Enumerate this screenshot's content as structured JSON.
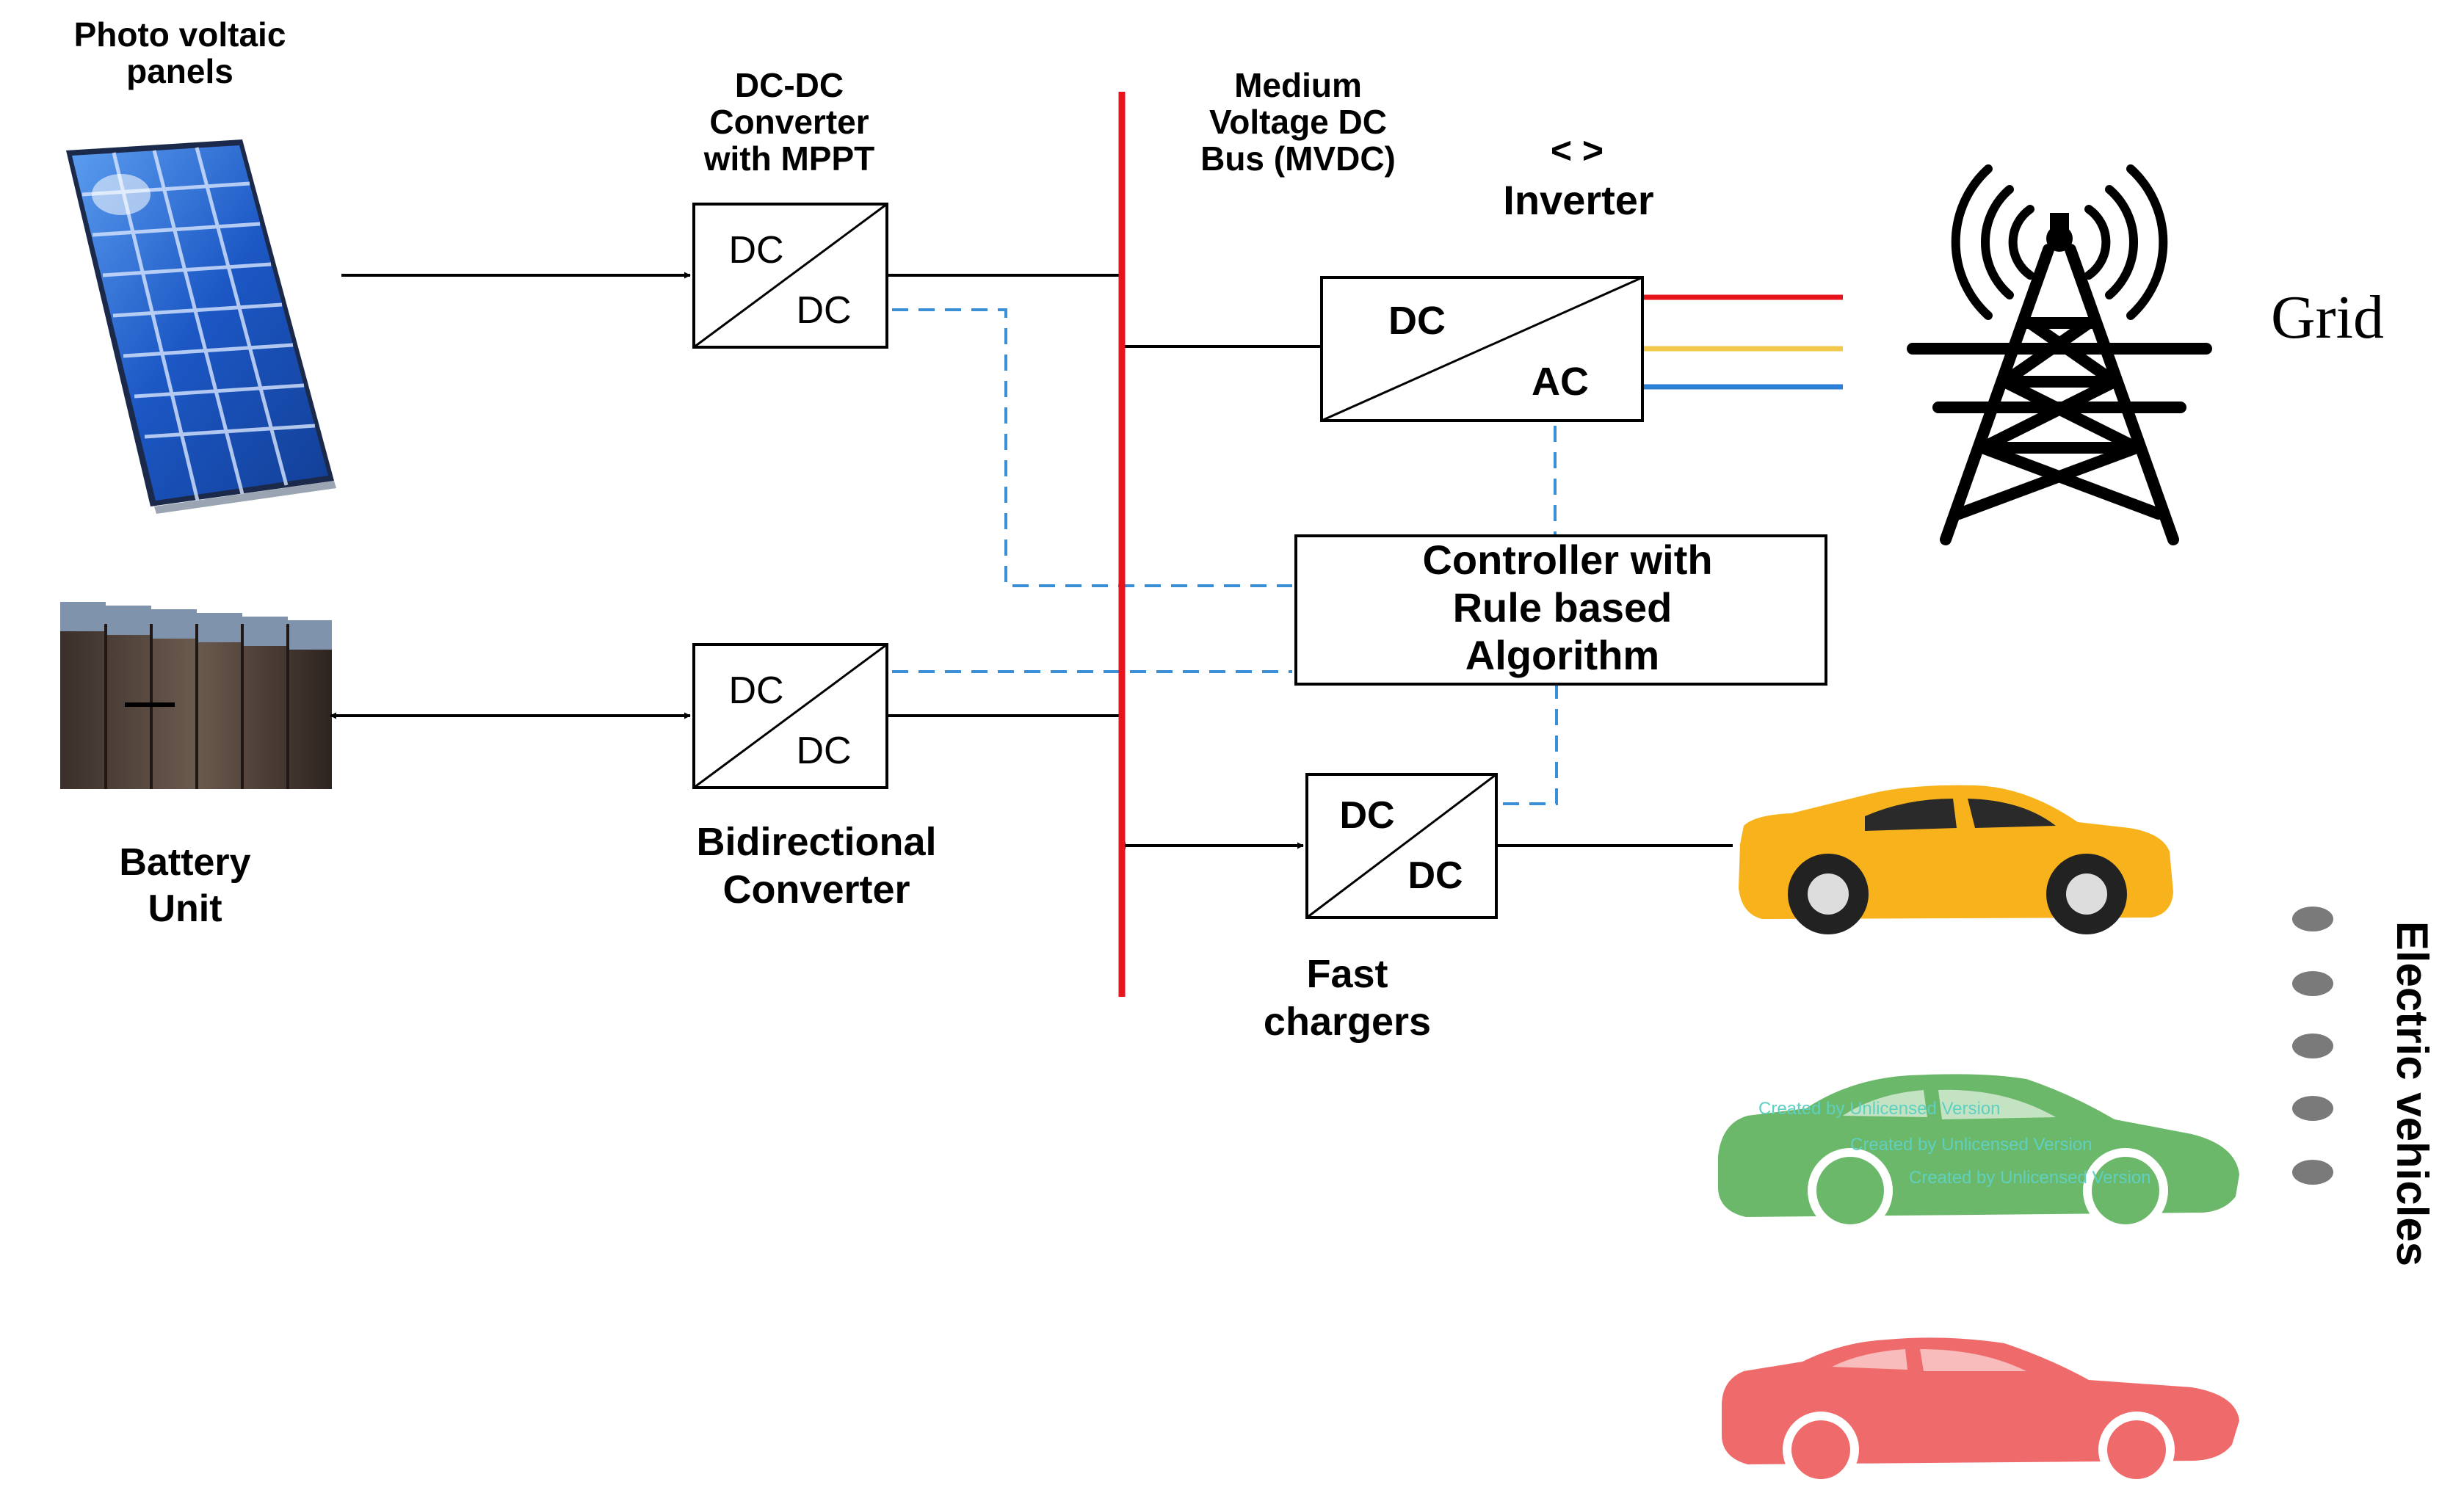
{
  "labels": {
    "pv_panels_line1": "Photo voltaic",
    "pv_panels_line2": "panels",
    "dcdc_mppt_line1": "DC-DC",
    "dcdc_mppt_line2": "Converter",
    "dcdc_mppt_line3": "with MPPT",
    "mvdc_line1": "Medium",
    "mvdc_line2": "Voltage DC",
    "mvdc_line3": "Bus (MVDC)",
    "inverter_arrows": "< >",
    "inverter": "Inverter",
    "grid": "Grid",
    "controller_line1": "Controller with",
    "controller_line2": "Rule based",
    "controller_line3": "Algorithm",
    "battery_line1": "Battery",
    "battery_line2": "Unit",
    "bidirectional_line1": "Bidirectional",
    "bidirectional_line2": "Converter",
    "fast_line1": "Fast",
    "fast_line2": "chargers",
    "ev": "Electric vehicles"
  },
  "boxes": {
    "dc": "DC",
    "ac": "AC"
  },
  "watermark": "Created by Unlicensed Version",
  "colors": {
    "mvdc_bus": "#e8141b",
    "control_dash": "#3a8fd6",
    "phase_red": "#e8141b",
    "phase_yellow": "#f2c94c",
    "phase_blue": "#2b7fd4",
    "car_yellow": "#f8b21c",
    "car_green": "#6cb86a",
    "car_red": "#ef6b6b",
    "solar_blue": "#1f5fc9"
  }
}
